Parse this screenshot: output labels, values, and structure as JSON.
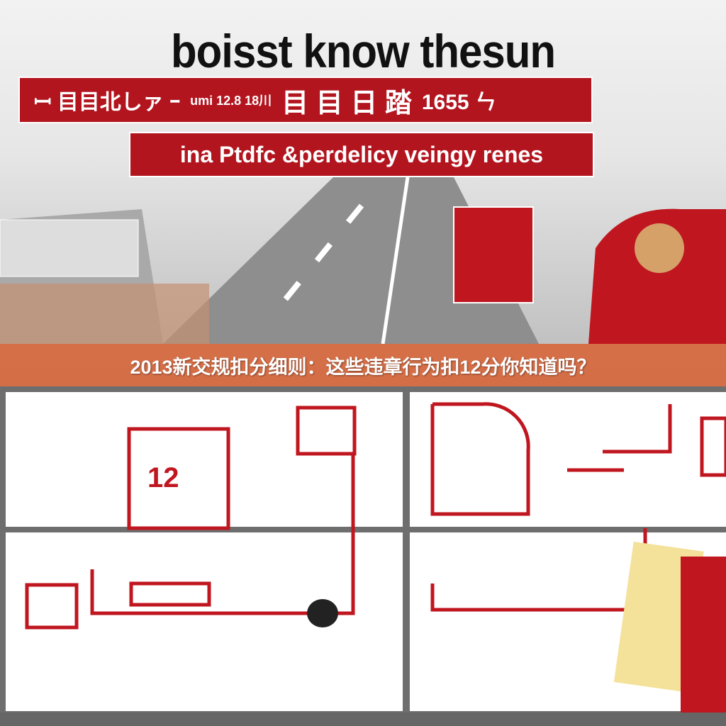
{
  "headline": "boisst know thesun",
  "banner_top": {
    "segments": [
      "ꟷ 目目北しァ ｰ",
      "umi 12.8 18川",
      "目 目 日 踏",
      "1655 ㄣ"
    ]
  },
  "banner_sub": "ina Ptdfc &perdelicy veingy renes",
  "caption": "2013新交规扣分细则：这些违章行为扣12分你知道吗？",
  "sign_number": "12",
  "colors": {
    "red": "#b3151f",
    "caption_bg": "#d6683e",
    "panel_bg": "#ffffff",
    "divider": "#6e6e6e"
  }
}
